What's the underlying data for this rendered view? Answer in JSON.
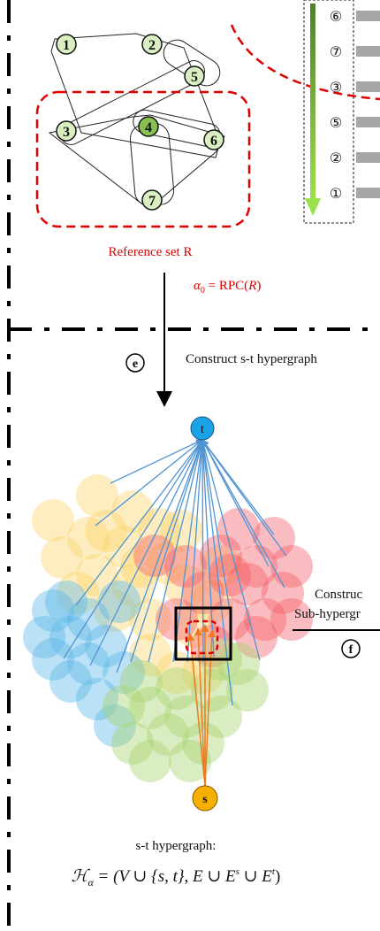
{
  "colors": {
    "red": "#e00000",
    "node_light": "#d9efc2",
    "node_dark": "#86c050",
    "blue_node": "#1aa3e8",
    "orange_node": "#f5b000",
    "blue_edge": "#4f94d4",
    "orange_edge": "#ee7a22",
    "gray_bar": "#a6a6a6",
    "arrow_dark": "#4f7f2a",
    "arrow_light": "#9de04e"
  },
  "hypergraph": {
    "nodes": [
      {
        "label": "1",
        "dark": false
      },
      {
        "label": "2",
        "dark": false
      },
      {
        "label": "5",
        "dark": false
      },
      {
        "label": "3",
        "dark": false
      },
      {
        "label": "4",
        "dark": true
      },
      {
        "label": "6",
        "dark": false
      },
      {
        "label": "7",
        "dark": false
      }
    ]
  },
  "reference_set_label": "Reference set R",
  "ranking": {
    "labels": [
      "⑥",
      "⑦",
      "③",
      "⑤",
      "②",
      "①"
    ]
  },
  "alpha_formula": {
    "alpha": "α",
    "sub": "0",
    "rhs_prefix": " = RPC(",
    "rhs_var": "R",
    "rhs_suffix": ")"
  },
  "step_e": {
    "badge": "e",
    "text": "Construct s-t hypergraph"
  },
  "st_graph": {
    "t_label": "t",
    "s_label": "s"
  },
  "step_f": {
    "badge": "f",
    "line1": "Construc",
    "line2": "Sub-hypergr"
  },
  "caption": {
    "title": "s-t hypergraph:",
    "H": "ℋ",
    "alpha_sub": "α",
    "eq_part1": " = (V ∪ {s, t}, E ∪ E",
    "sup_s": "s",
    "eq_part2": " ∪ E",
    "sup_t": "t",
    "eq_part3": ")"
  }
}
